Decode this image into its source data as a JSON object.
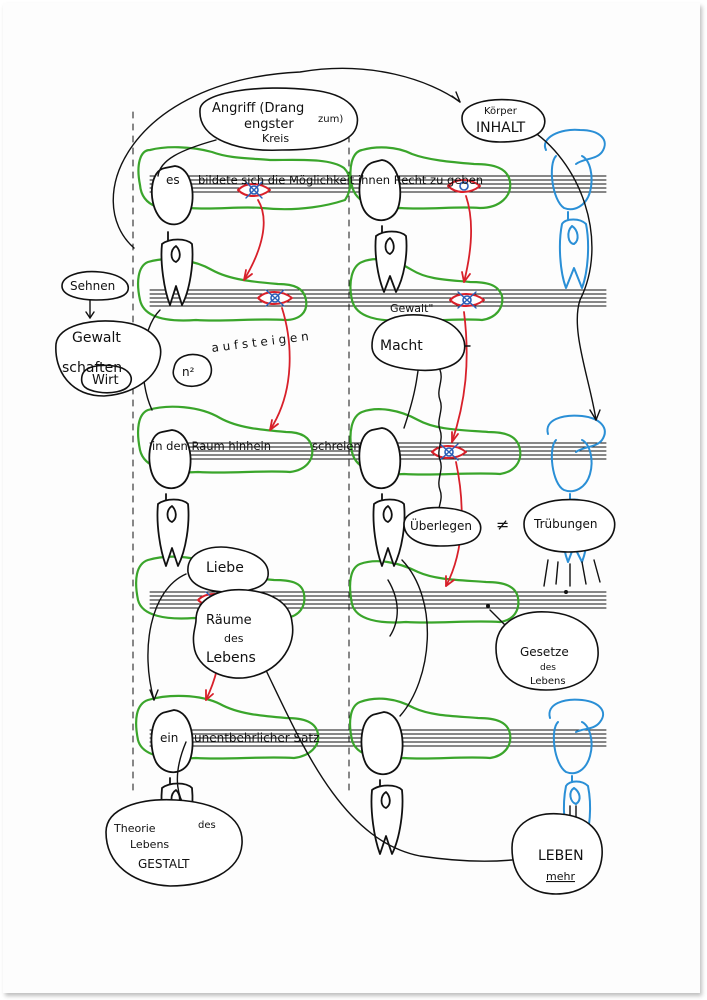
{
  "colors": {
    "ink": "#111111",
    "green": "#3aa52b",
    "red": "#d8202a",
    "blue": "#2a8fd6",
    "eye_blue": "#2a5fb8"
  },
  "labels": {
    "angriff_line1": "Angriff (Drang",
    "angriff_zum": "zum)",
    "angriff_line2": "engster",
    "angriff_line3": "Kreis",
    "koerper": "Körper",
    "inhalt": "INHALT",
    "phrase_top_es": "es",
    "phrase_top": "bildete sich die Möglichkeit ihnen Recht zu geben",
    "sehnen": "Sehnen",
    "gewalt": "Gewalt",
    "schaften": "schaften",
    "wirt": "Wirt",
    "n2": "n²",
    "aufsteigen": "a u f s t e i g e n",
    "gewalt_q": "Gewalt\"",
    "macht": "Macht",
    "raum": "in den Raum hinhein",
    "schreien": "schreien",
    "ueberlegen": "Überlegen",
    "neq": "≠",
    "truebungen": "Trübungen",
    "liebe": "Liebe",
    "raeume": "Räume",
    "des": "des",
    "lebens": "Lebens",
    "gesetze": "Gesetze",
    "gesetze_des": "des",
    "gesetze_lebens": "Lebens",
    "ein": "ein",
    "satz": "unentbehrlicher Satz",
    "theorie": "Theorie",
    "theorie_des": "des",
    "theorie_lebens": "Lebens",
    "gestalt": "GESTALT",
    "leben": "LEBEN",
    "mehr": "mehr"
  }
}
